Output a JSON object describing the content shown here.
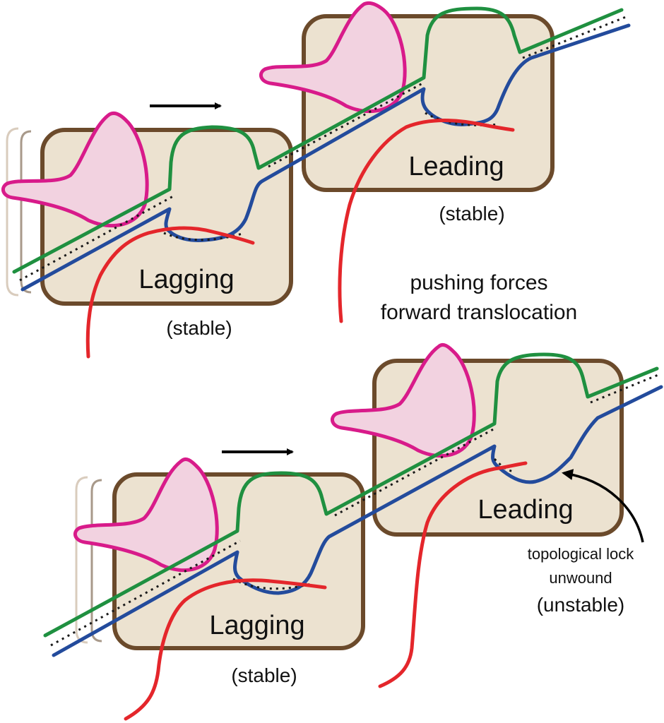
{
  "top_panel": {
    "lagging_label": "Lagging",
    "lagging_status": "(stable)",
    "leading_label": "Leading",
    "leading_status": "(stable)",
    "caption_line1": "pushing forces",
    "caption_line2": "forward translocation"
  },
  "bottom_panel": {
    "lagging_label": "Lagging",
    "lagging_status": "(stable)",
    "leading_label": "Leading",
    "note_line1": "topological lock",
    "note_line2": "unwound",
    "leading_status": "(unstable)"
  },
  "colors": {
    "box_fill": "#ece2d0",
    "box_stroke": "#6b4a2b",
    "green_strand": "#1f9040",
    "blue_strand": "#234b9c",
    "red_primer": "#e4262b",
    "helicase_pink": "#d81b8a"
  }
}
